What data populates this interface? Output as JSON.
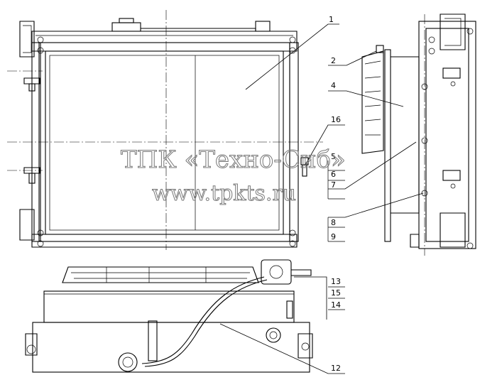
{
  "callouts": {
    "c1": "1",
    "c2": "2",
    "c4": "4",
    "c16": "16",
    "c5": "5",
    "c6": "6",
    "c7": "7",
    "c8": "8",
    "c9": "9",
    "c13": "13",
    "c15": "15",
    "c14": "14",
    "c12": "12"
  },
  "watermark": {
    "line1": "ТПК «Техно-Сиб»",
    "line2": "www.tpkts.ru"
  }
}
